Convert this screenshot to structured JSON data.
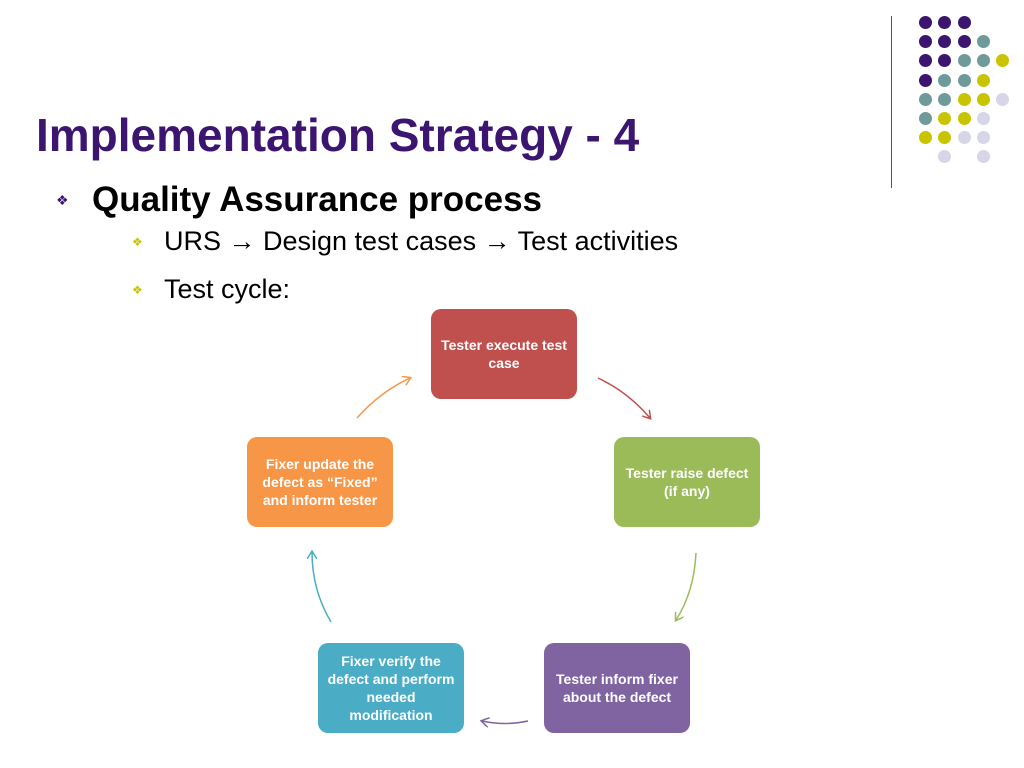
{
  "slide": {
    "title": "Implementation Strategy - 4"
  },
  "bullets": {
    "level1": {
      "glyph": "❖",
      "text": "Quality Assurance process"
    },
    "level2": [
      {
        "glyph": "❖",
        "text": "URS → Design test cases → Test activities"
      },
      {
        "glyph": "❖",
        "text": "Test cycle:"
      }
    ]
  },
  "cycle": {
    "steps": [
      {
        "label": "Tester execute test case",
        "color": "#c0504d",
        "arrow_color": "#c0504d"
      },
      {
        "label": "Tester raise defect (if any)",
        "color": "#9bbb59",
        "arrow_color": "#9bbb59"
      },
      {
        "label": "Tester inform fixer about the defect",
        "color": "#8064a2",
        "arrow_color": "#8064a2"
      },
      {
        "label": "Fixer verify the defect and perform needed modification",
        "color": "#4bacc6",
        "arrow_color": "#4bacc6"
      },
      {
        "label": "Fixer update the defect as “Fixed” and inform tester",
        "color": "#f79646",
        "arrow_color": "#f79646"
      }
    ]
  },
  "theme": {
    "title_color": "#3b1570",
    "dot_colors": [
      "#3b1570",
      "#6f9a9a",
      "#c9c400",
      "#d6d6e8"
    ]
  }
}
